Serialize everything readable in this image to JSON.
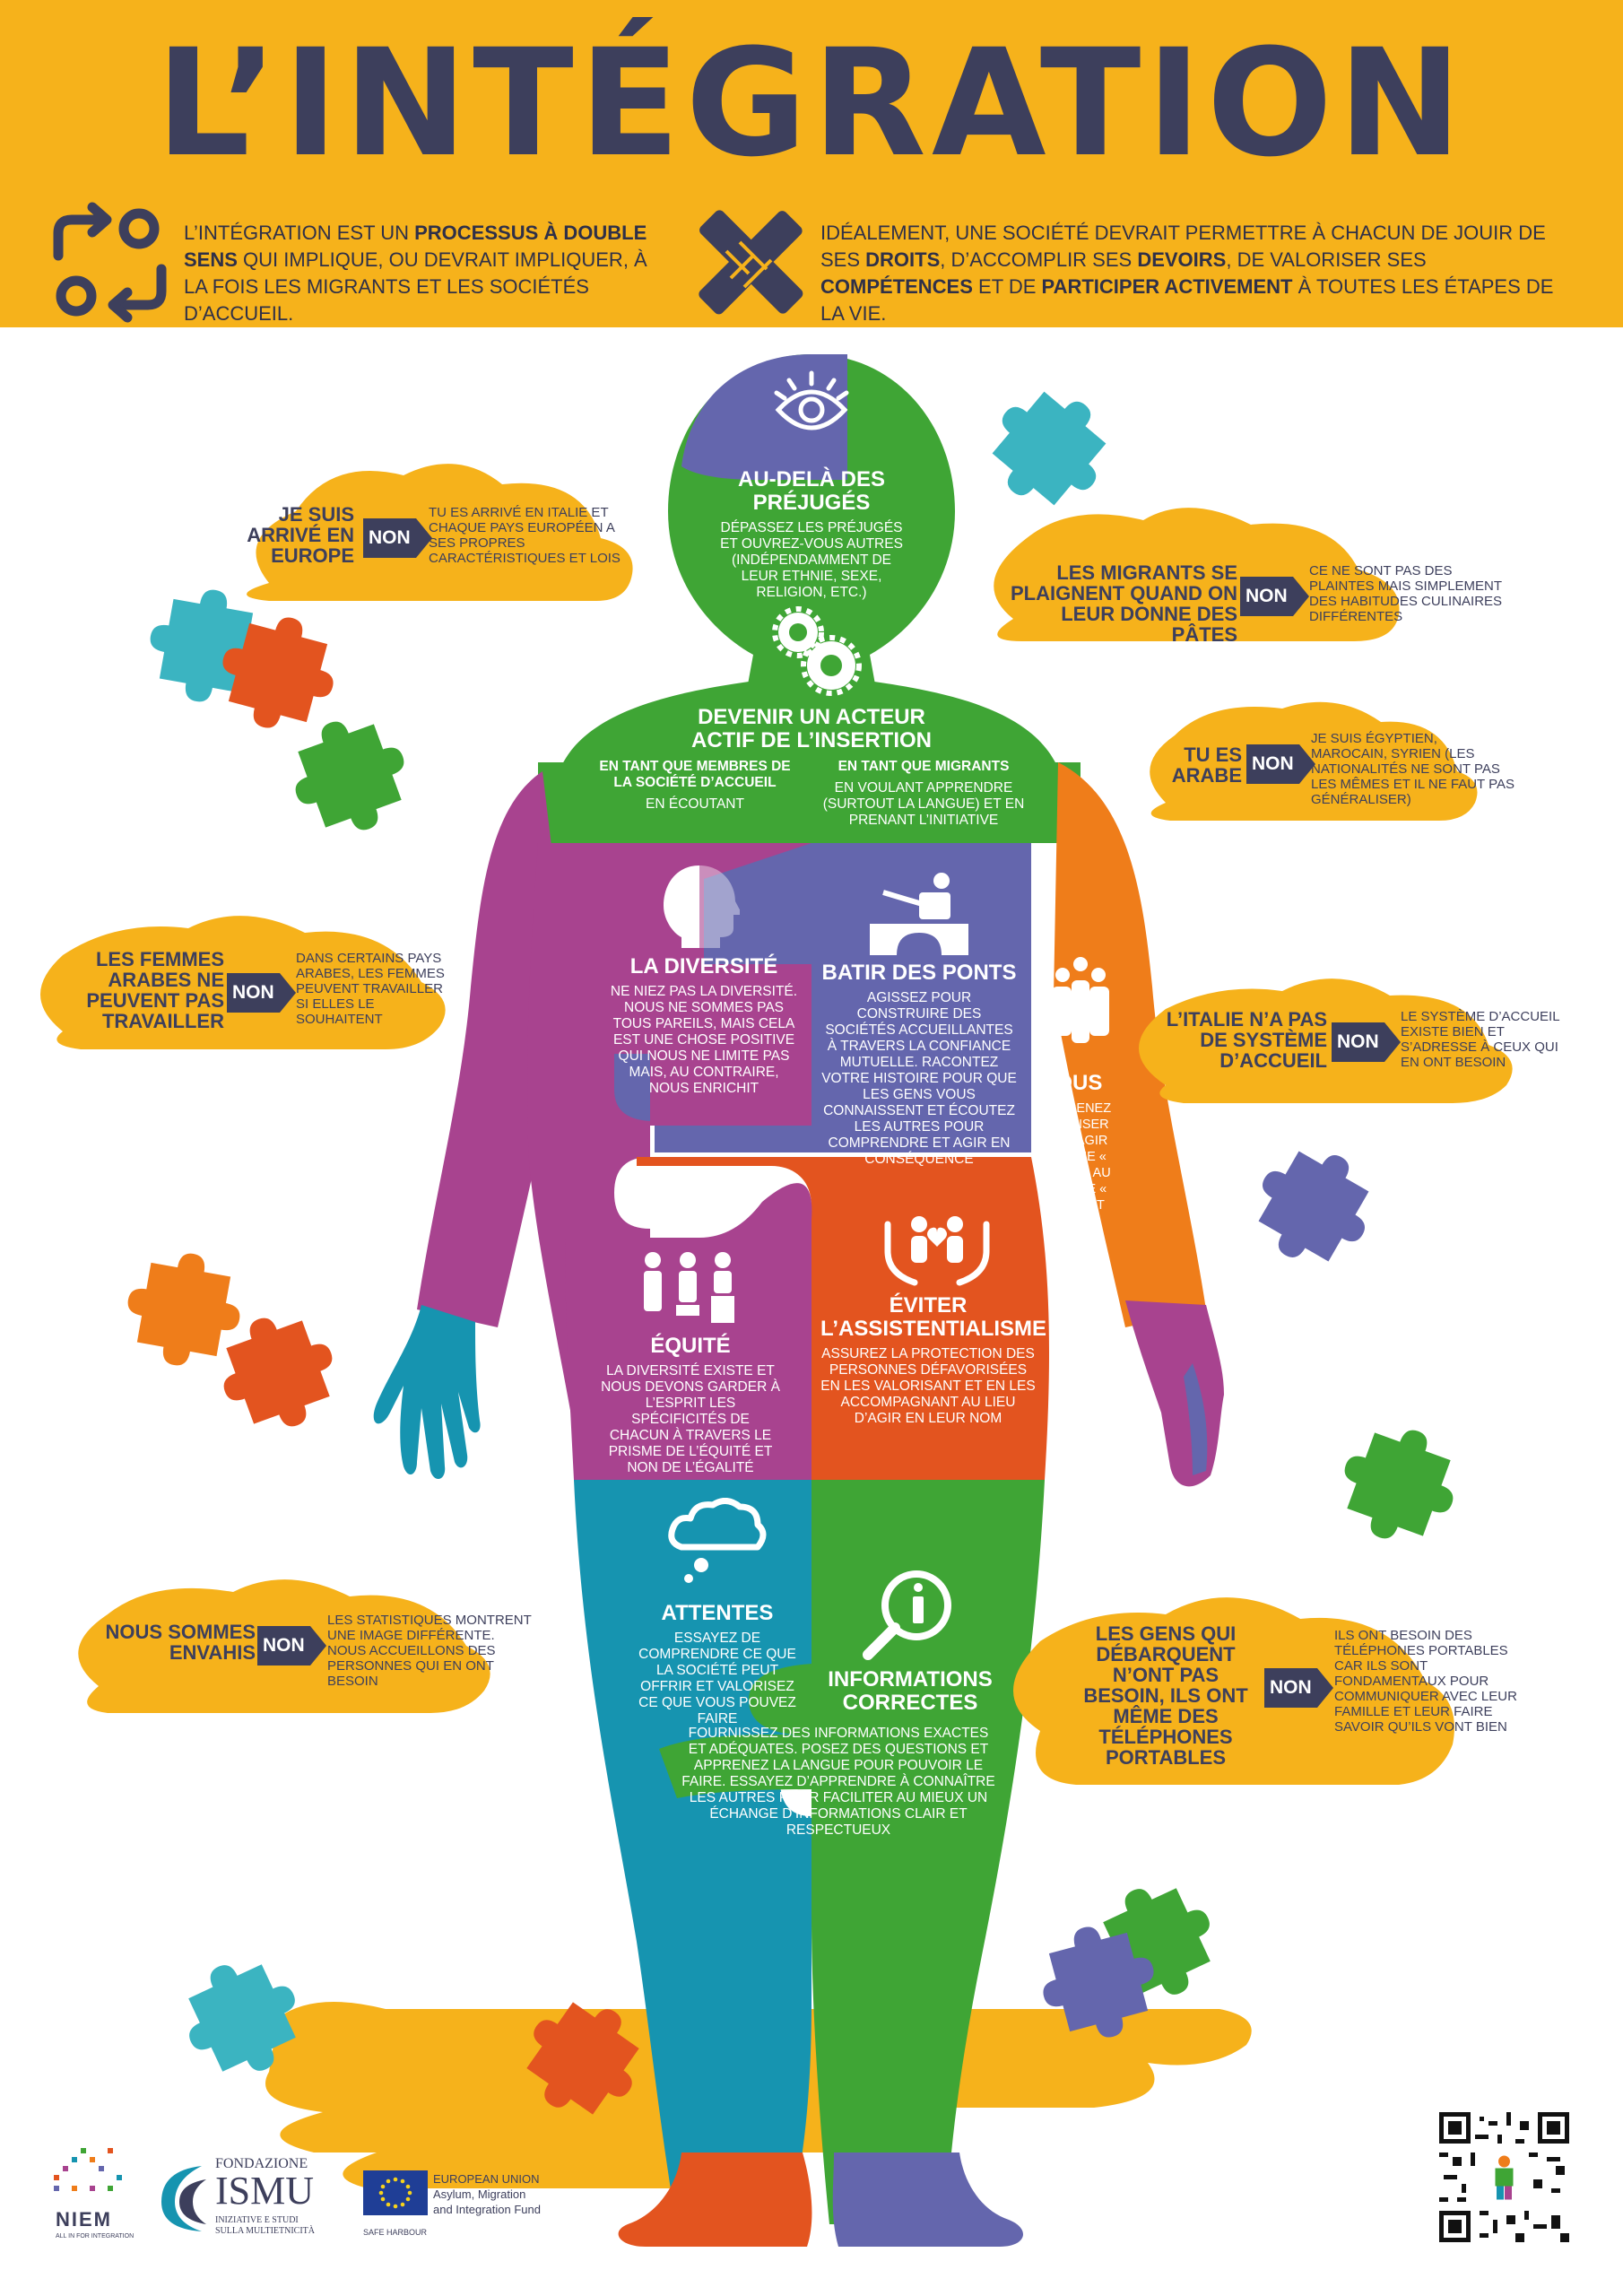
{
  "title": "L’INTÉGRATION",
  "intro_left": {
    "pre": "L’intégration est un ",
    "bold1": "processus à double sens",
    "post": " qui implique, ou devrait impliquer, à la fois les migrants et les sociétés d’accueil."
  },
  "intro_right": {
    "t1": "Idéalement, une société devrait permettre à chacun de jouir de ses ",
    "b1": "droits",
    "t2": ", d’accomplir ses ",
    "b2": "devoirs",
    "t3": ", de valoriser ses ",
    "b3": "compétences",
    "t4": " et de ",
    "b4": "participer activement",
    "t5": " à toutes les étapes de la vie."
  },
  "colors": {
    "yellow": "#f6b21b",
    "navy": "#3d3f5c",
    "green": "#3fa535",
    "blue_violet": "#6466ad",
    "magenta": "#a8438f",
    "orange": "#ef7d1a",
    "red_orange": "#e3541f",
    "teal": "#1694b0",
    "white": "#ffffff"
  },
  "sections": {
    "prejuges": {
      "title": "Au-delà des préjugés",
      "text": "Dépassez les préjugés et ouvrez-vous autres (indépendamment de leur ethnie, sexe, religion, etc.)",
      "icon": "eye-icon"
    },
    "acteur": {
      "title": "Devenir un acteur actif de l’insertion",
      "icon": "gears-icon",
      "left_head": "En tant que membres de la société d’accueil",
      "left_text": "en écoutant",
      "right_head": "En tant que migrants",
      "right_text": "en voulant apprendre (surtout la langue) et en prenant l’initiative"
    },
    "diversite": {
      "title": "La diversité",
      "text": "Ne niez pas la diversité. Nous ne sommes pas tous pareils, mais cela est une chose positive qui nous ne limite pas mais, au contraire, nous enrichit",
      "icon": "half-face-icon"
    },
    "ponts": {
      "title": "Batir des ponts",
      "text": "Agissez pour construire des sociétés accueillantes à travers la confiance mutuelle. Racontez votre histoire pour que les gens vous connaissent et écoutez les autres pour comprendre et agir en conséquence",
      "icon": "bridge-builder-icon"
    },
    "nous": {
      "title": "Nous",
      "text": "Apprenez à penser et à agir comme « nous » au lieu de « vous et moi »",
      "icon": "group-icon"
    },
    "equite": {
      "title": "Équité",
      "text": "La diversité existe et nous devons garder à l’esprit les spécificités de chacun à travers le prisme de l’équité et non de l’égalité",
      "icon": "equity-icon"
    },
    "assist": {
      "title": "Éviter l’assistentialisme",
      "text": "Assurez la protection des personnes défavorisées en les valorisant et en les accompagnant au lieu d’agir en leur nom",
      "icon": "protect-hands-icon"
    },
    "attentes": {
      "title": "Attentes",
      "text": "Essayez de comprendre ce que la société peut offrir et valorisez ce que vous pouvez faire",
      "icon": "thought-cloud-icon"
    },
    "infos": {
      "title": "Informations correctes",
      "text": "Fournissez des informations exactes et adéquates. Posez des questions et apprenez la langue pour pouvoir le faire. Essayez d’apprendre à connaître les autres pour faciliter au mieux un échange d’informations clair et respectueux",
      "icon": "info-magnifier-icon"
    }
  },
  "non_label": "NON",
  "myths": [
    {
      "claim": "Je suis arrivé en Europe",
      "answer": "Tu es arrivé en Italie et chaque pays européen a ses propres caractéristiques et lois"
    },
    {
      "claim": "Les migrants se plaignent quand on leur donne des pâtes",
      "answer": "Ce ne sont pas des plaintes mais simplement des habitudes culinaires différentes"
    },
    {
      "claim": "Tu es arabe",
      "answer": "Je suis égyptien, marocain, syrien (les nationalités ne sont pas les mêmes et il ne faut pas généraliser)"
    },
    {
      "claim": "Les femmes arabes ne peuvent pas travailler",
      "answer": "Dans certains pays arabes, les femmes peuvent travailler si elles le souhaitent"
    },
    {
      "claim": "L’Italie n’a pas de système d’accueil",
      "answer": "Le système d’accueil existe bien et s’adresse à ceux qui en ont besoin"
    },
    {
      "claim": "Nous sommes envahis",
      "answer": "Les statistiques montrent une image différente. Nous accueillons des personnes qui en ont besoin"
    },
    {
      "claim": "Les gens qui débarquent n’ont pas besoin, ils ont même des téléphones portables",
      "answer": "Ils ont besoin des téléphones portables car ils sont fondamentaux pour communiquer avec leur famille et leur faire savoir qu’ils vont bien"
    }
  ],
  "footer": {
    "niem": "NIEM",
    "niem_sub": "ALL IN FOR INTEGRATION",
    "ismu_top": "FONDAZIONE",
    "ismu": "ISMU",
    "ismu_sub1": "INIZIATIVE E STUDI",
    "ismu_sub2": "SULLA MULTIETNICITÀ",
    "eu_title": "EUROPEAN UNION",
    "eu_line2": "Asylum, Migration",
    "eu_line3": "and Integration Fund",
    "safe_harbour": "SAFE HARBOUR"
  }
}
